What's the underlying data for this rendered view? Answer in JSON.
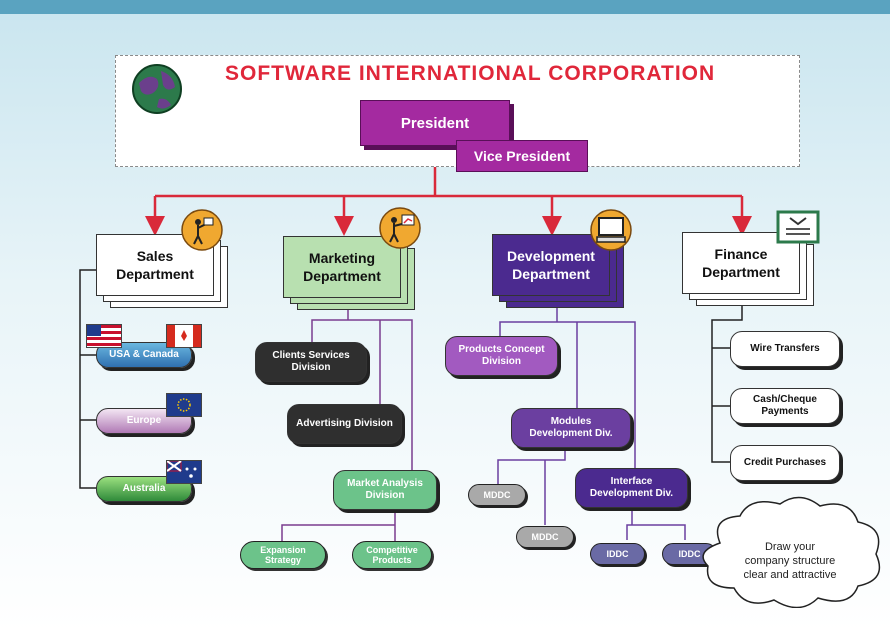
{
  "title": "SOFTWARE INTERNATIONAL CORPORATION",
  "top": {
    "president": "President",
    "vice_president": "Vice President"
  },
  "departments": {
    "sales": "Sales\nDepartment",
    "marketing": "Marketing\nDepartment",
    "development": "Development\nDepartment",
    "finance": "Finance\nDepartment"
  },
  "sales_regions": [
    "USA & Canada",
    "Europe",
    "Australia"
  ],
  "marketing_units": {
    "clients_services": "Clients Services\nDivision",
    "advertising": "Advertising Division",
    "market_analysis": "Market Analysis\nDivision",
    "expansion": "Expansion\nStrategy",
    "competitive": "Competitive\nProducts"
  },
  "development_units": {
    "products_concept": "Products Concept\nDivision",
    "modules": "Modules\nDevelopment Div.",
    "interface": "Interface\nDevelopment Div.",
    "mddc_1": "MDDC",
    "mddc_2": "MDDC",
    "iddc_1": "IDDC",
    "iddc_2": "IDDC"
  },
  "finance_units": [
    "Wire Transfers",
    "Cash/Cheque\nPayments",
    "Credit Purchases"
  ],
  "callout": "Draw your\ncompany structure\nclear and attractive",
  "colors": {
    "title_red": "#e0273a",
    "connector_red": "#d9293a",
    "purple": "#a42aa0",
    "dev_purple": "#4b2a8f",
    "marketing_green": "#b8e0b0",
    "dark": "#2f2f2f",
    "mint": "#6cc38a",
    "grey_pill": "#a9a9a9"
  },
  "icons": [
    "globe-icon",
    "man-with-sign-icon",
    "man-with-chart-icon",
    "computer-icon",
    "certificate-icon",
    "usa-flag-icon",
    "canada-flag-icon",
    "eu-flag-icon",
    "australia-flag-icon",
    "cloud-callout-icon"
  ]
}
